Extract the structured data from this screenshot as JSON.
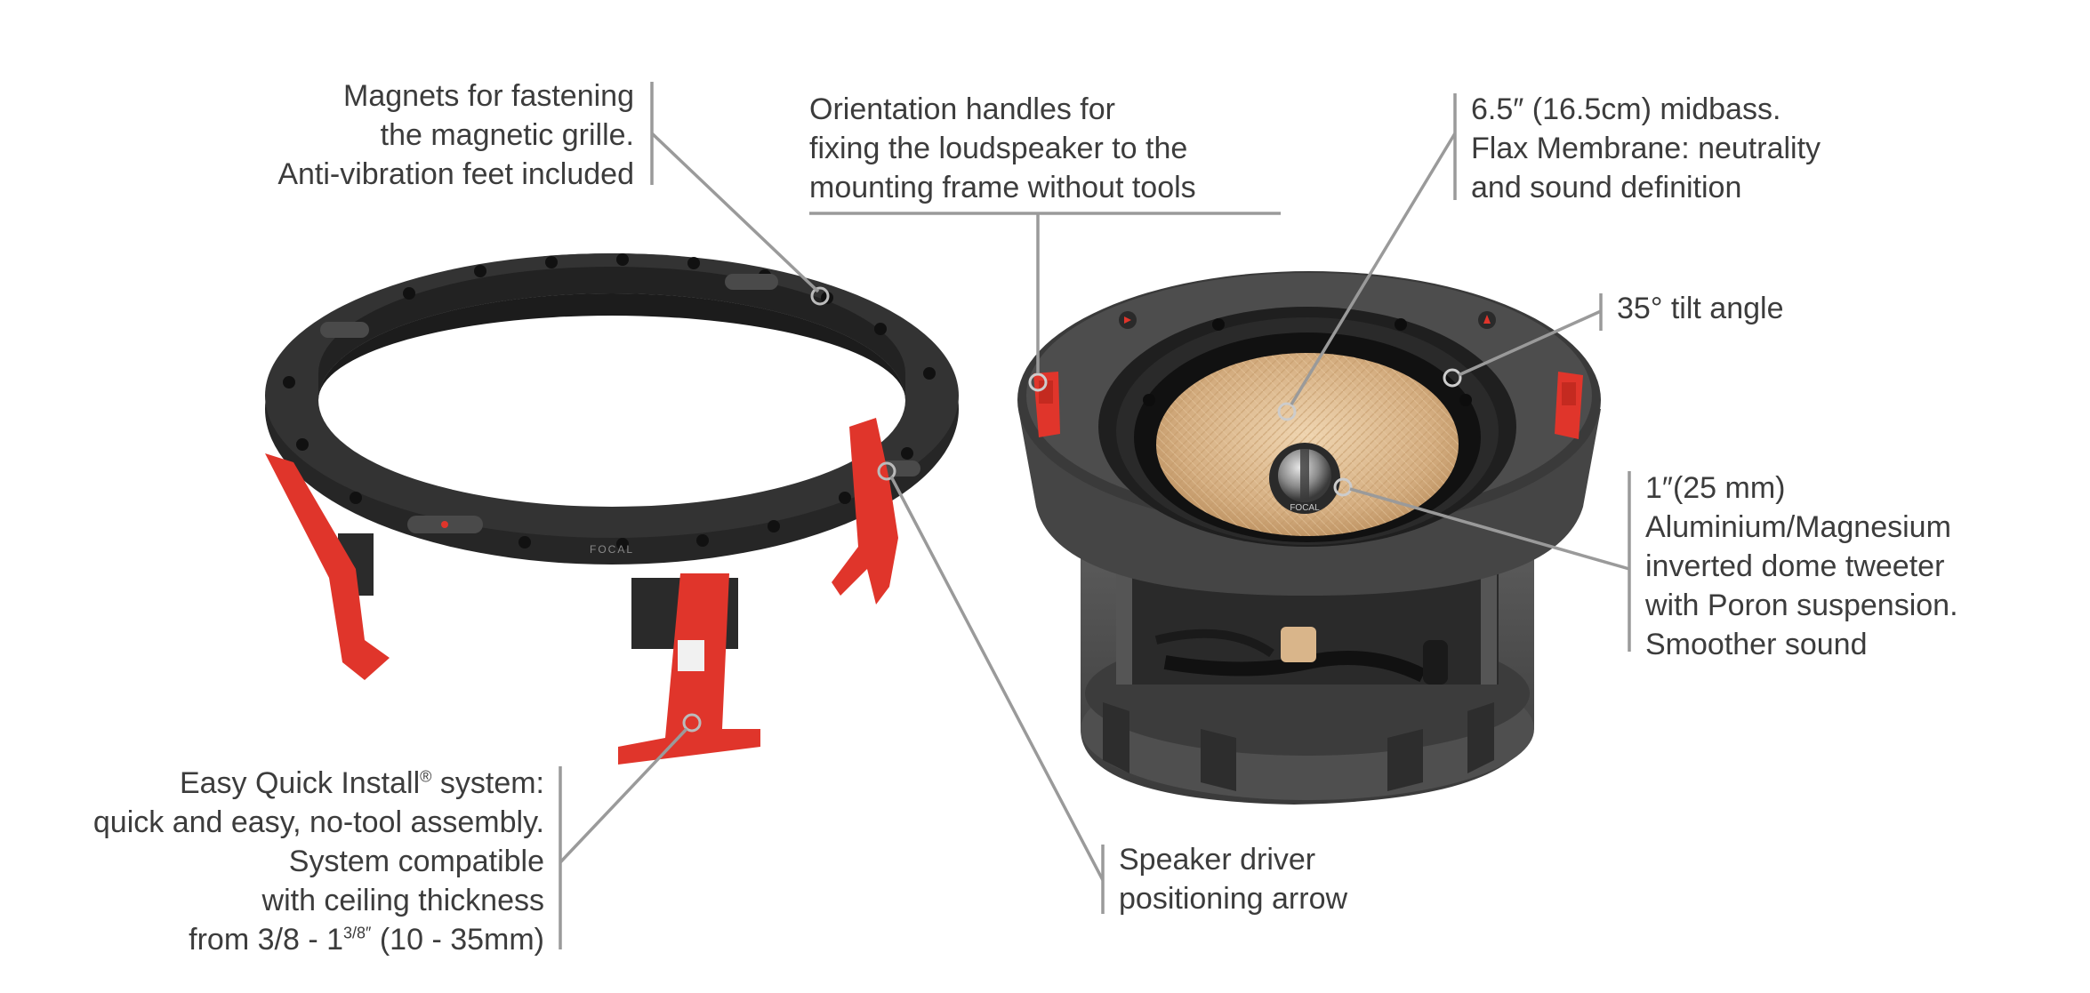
{
  "callouts": {
    "magnets": {
      "lines": [
        "Magnets for fastening",
        "the magnetic grille.",
        "Anti-vibration feet included"
      ]
    },
    "orientation": {
      "lines": [
        "Orientation handles for",
        "fixing the loudspeaker to the",
        "mounting frame without tools"
      ]
    },
    "midbass": {
      "lines": [
        "6.5″ (16.5cm) midbass.",
        "Flax Membrane: neutrality",
        "and sound definition"
      ]
    },
    "tilt": {
      "lines": [
        "35° tilt angle"
      ]
    },
    "tweeter": {
      "lines": [
        "1″(25 mm)",
        "Aluminium/Magnesium",
        "inverted dome tweeter",
        "with Poron suspension.",
        "Smoother sound"
      ]
    },
    "quick_install": {
      "line1_main": "Easy Quick Install",
      "line1_reg": "®",
      "line1_end": " system:",
      "lines_mid": [
        "quick and easy, no-tool assembly.",
        "System compatible",
        "with ceiling thickness"
      ],
      "last_prefix": "from 3/8 - 1",
      "last_sup": "3/8″",
      "last_suffix": " (10 - 35mm)"
    },
    "arrow": {
      "lines": [
        "Speaker driver",
        "positioning arrow"
      ]
    }
  },
  "brand_marks": {
    "frame_logo": "FOCAL",
    "tweeter_logo": "FOCAL"
  },
  "colors": {
    "accent_red": "#e0352b",
    "frame_black": "#2a2a2a",
    "speaker_grey": "#4a4a4a",
    "flax": "#d9b58a",
    "leader_line": "#9a9a9a",
    "text": "#3c3c3c"
  }
}
